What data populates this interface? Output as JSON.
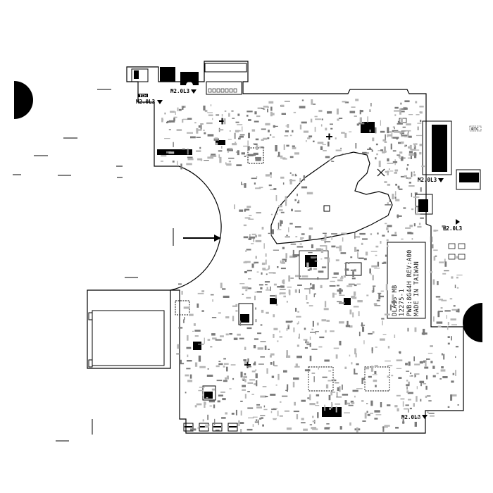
{
  "board": {
    "markings": {
      "line1": "DLA13 MB",
      "line2": "12275-1",
      "line3": "PWB:8G44H REV:A00",
      "line4": "MADE IN TAIWAN"
    },
    "screw_labels": {
      "top_left": "M2.0L3",
      "top_center": "M2.0L3",
      "right_upper": "M2.0L3",
      "right_middle": "M2.0L3",
      "bottom_right": "M2.0L3"
    },
    "connector_labels": {
      "rtc": "RTC",
      "tch": "TCH"
    }
  }
}
